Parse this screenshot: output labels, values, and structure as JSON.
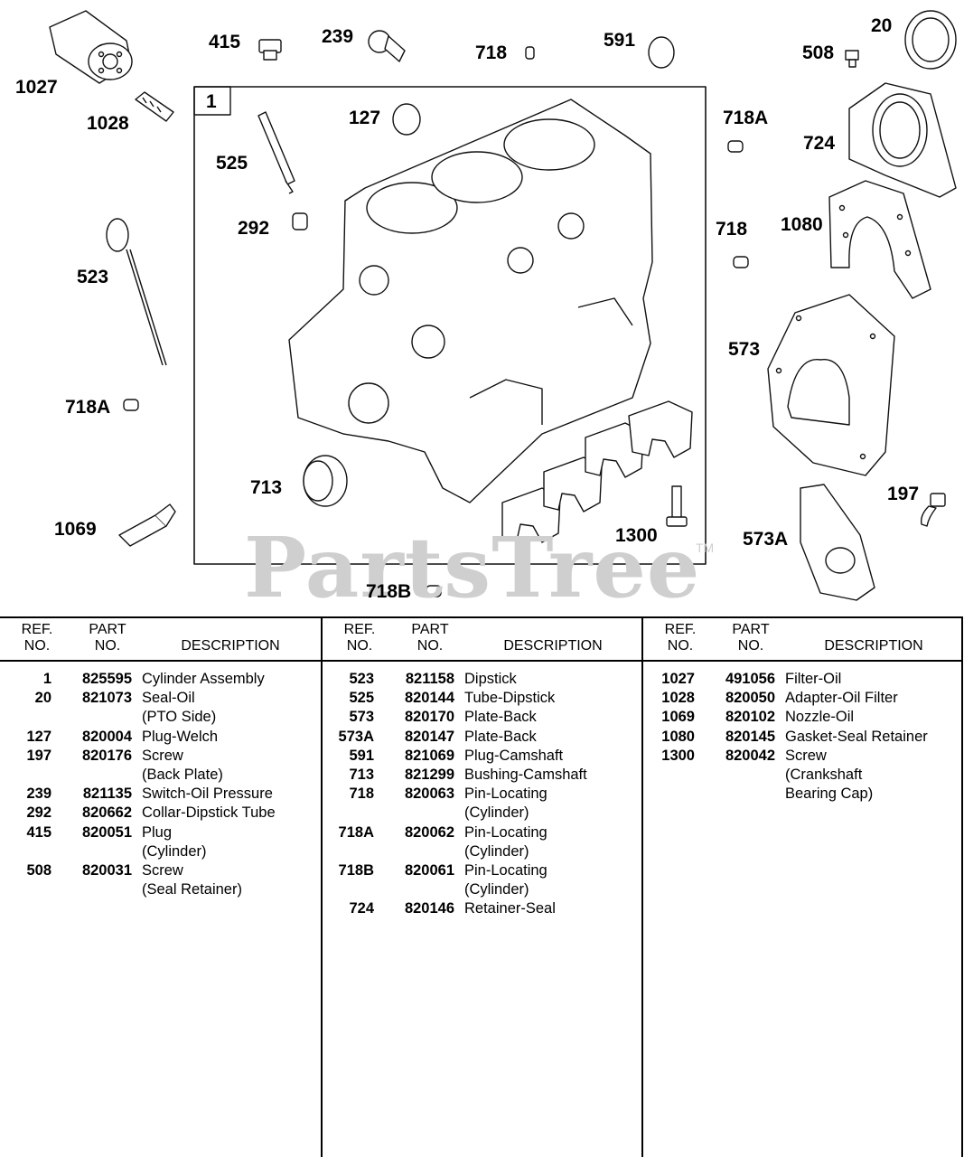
{
  "callouts": {
    "c1027": "1027",
    "c1028": "1028",
    "c415": "415",
    "c239": "239",
    "c718top": "718",
    "c591": "591",
    "c508": "508",
    "c20": "20",
    "c1": "1",
    "c127": "127",
    "c525": "525",
    "c292": "292",
    "c718Aright": "718A",
    "c724": "724",
    "c718right": "718",
    "c1080": "1080",
    "c523": "523",
    "c573": "573",
    "c718Aleft": "718A",
    "c713": "713",
    "c197": "197",
    "c1069": "1069",
    "c1300": "1300",
    "c573A": "573A",
    "c718B": "718B"
  },
  "watermark": "PartsTree",
  "trademark": "TM",
  "table": {
    "headers": {
      "ref_top": "REF.",
      "ref_bottom": "NO.",
      "part_top": "PART",
      "part_bottom": "NO.",
      "desc": "DESCRIPTION"
    },
    "col1": [
      {
        "ref": "1",
        "part": "825595",
        "desc": "Cylinder Assembly"
      },
      {
        "ref": "20",
        "part": "821073",
        "desc": "Seal-Oil"
      },
      {
        "ref": "",
        "part": "",
        "desc": "(PTO Side)"
      },
      {
        "ref": "127",
        "part": "820004",
        "desc": "Plug-Welch"
      },
      {
        "ref": "197",
        "part": "820176",
        "desc": "Screw"
      },
      {
        "ref": "",
        "part": "",
        "desc": "(Back Plate)"
      },
      {
        "ref": "239",
        "part": "821135",
        "desc": "Switch-Oil Pressure"
      },
      {
        "ref": "292",
        "part": "820662",
        "desc": "Collar-Dipstick Tube"
      },
      {
        "ref": "415",
        "part": "820051",
        "desc": "Plug"
      },
      {
        "ref": "",
        "part": "",
        "desc": "(Cylinder)"
      },
      {
        "ref": "508",
        "part": "820031",
        "desc": "Screw"
      },
      {
        "ref": "",
        "part": "",
        "desc": "(Seal Retainer)"
      }
    ],
    "col2": [
      {
        "ref": "523",
        "part": "821158",
        "desc": "Dipstick"
      },
      {
        "ref": "525",
        "part": "820144",
        "desc": "Tube-Dipstick"
      },
      {
        "ref": "573",
        "part": "820170",
        "desc": "Plate-Back"
      },
      {
        "ref": "573A",
        "part": "820147",
        "desc": "Plate-Back"
      },
      {
        "ref": "591",
        "part": "821069",
        "desc": "Plug-Camshaft"
      },
      {
        "ref": "713",
        "part": "821299",
        "desc": "Bushing-Camshaft"
      },
      {
        "ref": "718",
        "part": "820063",
        "desc": "Pin-Locating"
      },
      {
        "ref": "",
        "part": "",
        "desc": "(Cylinder)"
      },
      {
        "ref": "718A",
        "part": "820062",
        "desc": "Pin-Locating"
      },
      {
        "ref": "",
        "part": "",
        "desc": "(Cylinder)"
      },
      {
        "ref": "718B",
        "part": "820061",
        "desc": "Pin-Locating"
      },
      {
        "ref": "",
        "part": "",
        "desc": "(Cylinder)"
      },
      {
        "ref": "724",
        "part": "820146",
        "desc": "Retainer-Seal"
      }
    ],
    "col3": [
      {
        "ref": "1027",
        "part": "491056",
        "desc": "Filter-Oil"
      },
      {
        "ref": "1028",
        "part": "820050",
        "desc": "Adapter-Oil Filter"
      },
      {
        "ref": "1069",
        "part": "820102",
        "desc": "Nozzle-Oil"
      },
      {
        "ref": "1080",
        "part": "820145",
        "desc": "Gasket-Seal Retainer"
      },
      {
        "ref": "1300",
        "part": "820042",
        "desc": "Screw"
      },
      {
        "ref": "",
        "part": "",
        "desc": "(Crankshaft"
      },
      {
        "ref": "",
        "part": "",
        "desc": "Bearing Cap)"
      }
    ]
  }
}
